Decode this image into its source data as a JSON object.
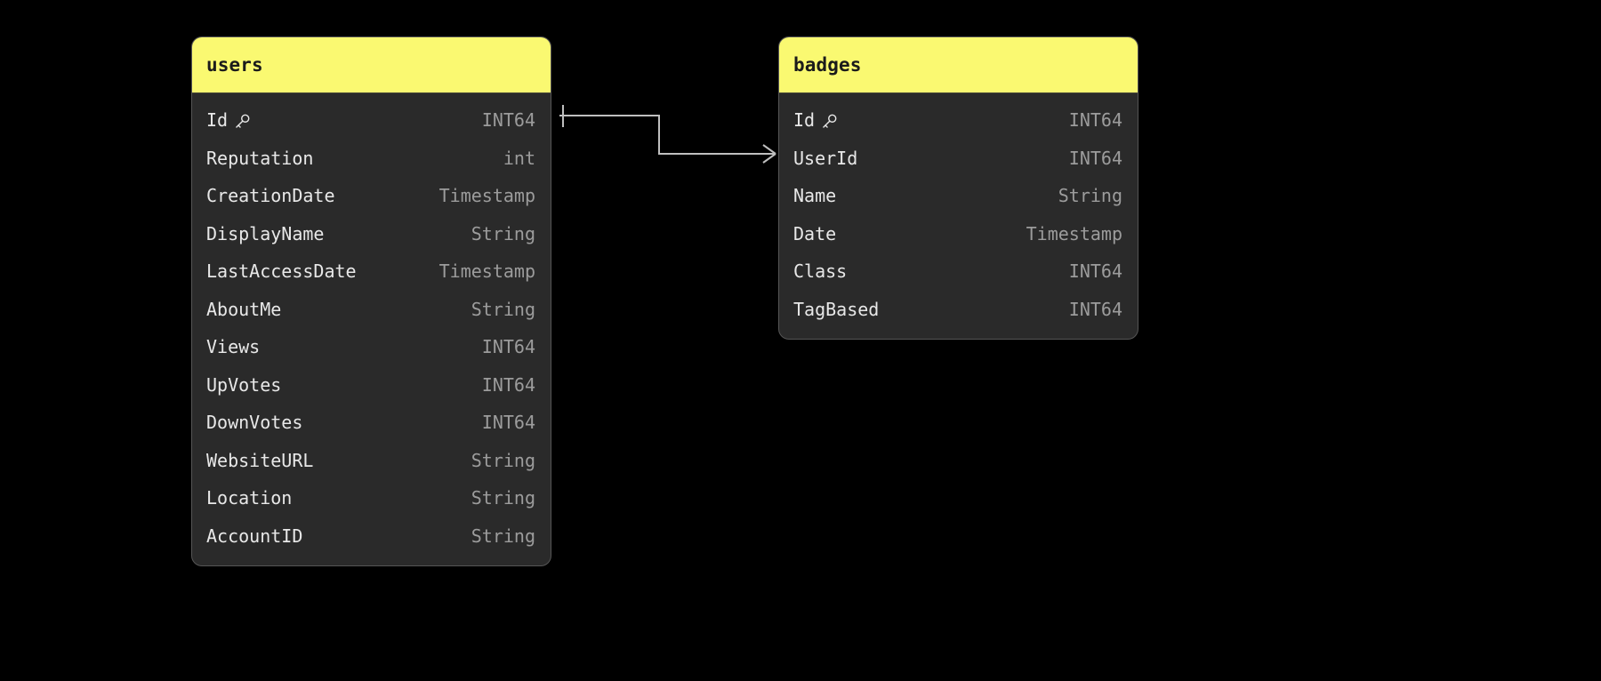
{
  "diagram": {
    "background_color": "#000000",
    "header_color": "#faf971",
    "body_color": "#2a2a2a",
    "border_color": "#555555",
    "name_text_color": "#e8e8e8",
    "type_text_color": "#9c9c9c",
    "connector_color": "#bfbfbf"
  },
  "tables": [
    {
      "name": "users",
      "fields": [
        {
          "name": "Id",
          "type": "INT64",
          "key": true
        },
        {
          "name": "Reputation",
          "type": "int",
          "key": false
        },
        {
          "name": "CreationDate",
          "type": "Timestamp",
          "key": false
        },
        {
          "name": "DisplayName",
          "type": "String",
          "key": false
        },
        {
          "name": "LastAccessDate",
          "type": "Timestamp",
          "key": false
        },
        {
          "name": "AboutMe",
          "type": "String",
          "key": false
        },
        {
          "name": "Views",
          "type": "INT64",
          "key": false
        },
        {
          "name": "UpVotes",
          "type": "INT64",
          "key": false
        },
        {
          "name": "DownVotes",
          "type": "INT64",
          "key": false
        },
        {
          "name": "WebsiteURL",
          "type": "String",
          "key": false
        },
        {
          "name": "Location",
          "type": "String",
          "key": false
        },
        {
          "name": "AccountID",
          "type": "String",
          "key": false
        }
      ]
    },
    {
      "name": "badges",
      "fields": [
        {
          "name": "Id",
          "type": "INT64",
          "key": true
        },
        {
          "name": "UserId",
          "type": "INT64",
          "key": false
        },
        {
          "name": "Name",
          "type": "String",
          "key": false
        },
        {
          "name": "Date",
          "type": "Timestamp",
          "key": false
        },
        {
          "name": "Class",
          "type": "INT64",
          "key": false
        },
        {
          "name": "TagBased",
          "type": "INT64",
          "key": false
        }
      ]
    }
  ],
  "relationship": {
    "from_table": "users",
    "from_field": "Id",
    "to_table": "badges",
    "to_field": "UserId",
    "from_cardinality": "one",
    "to_cardinality": "many"
  },
  "icons": {
    "primary_key": "key-icon"
  }
}
